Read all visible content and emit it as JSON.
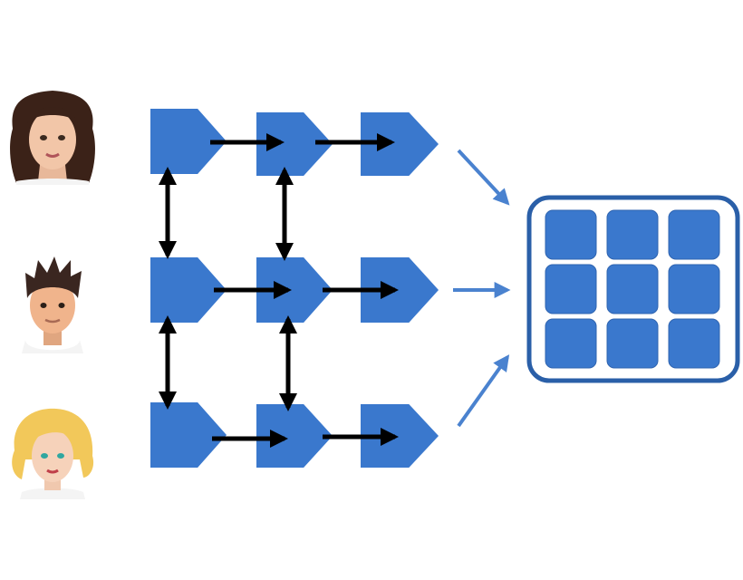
{
  "colors": {
    "background": "#ffffff",
    "node_fill": "#3a78cd",
    "node_fill_dark": "#2f64b0",
    "arrow_black": "#000000",
    "arrow_blue": "#4a82cf",
    "grid_border": "#2a5fa8",
    "grid_cell": "#3a78cd"
  },
  "people": [
    {
      "icon": "woman-curly-dark-hair-avatar-icon"
    },
    {
      "icon": "man-spiky-dark-hair-avatar-icon"
    },
    {
      "icon": "woman-blonde-hair-avatar-icon"
    }
  ],
  "pipeline": {
    "rows": 3,
    "steps_per_row": 3,
    "node_shape": "pentagon-arrow-icon",
    "horizontal_links": "black-right-arrow-icon",
    "vertical_links": "black-double-arrow-icon"
  },
  "aggregate": {
    "icon": "grid-table-icon",
    "rows": 3,
    "cols": 3,
    "incoming_arrows": "blue-arrow-icon"
  }
}
